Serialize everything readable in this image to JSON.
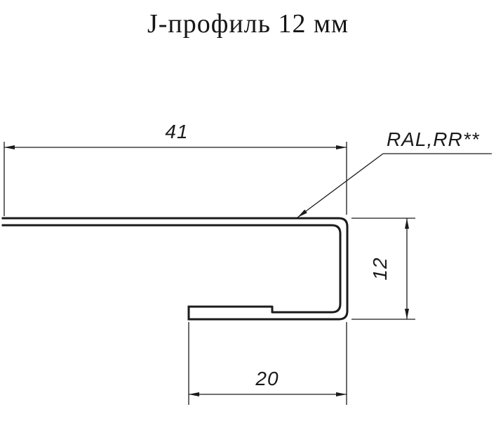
{
  "title": "J-профиль 12 мм",
  "drawing": {
    "dim_top_width": "41",
    "dim_height": "12",
    "dim_bottom_width": "20",
    "coating_label": "RAL,RR**"
  },
  "colors": {
    "line": "#1b1b1b",
    "background": "#ffffff"
  }
}
